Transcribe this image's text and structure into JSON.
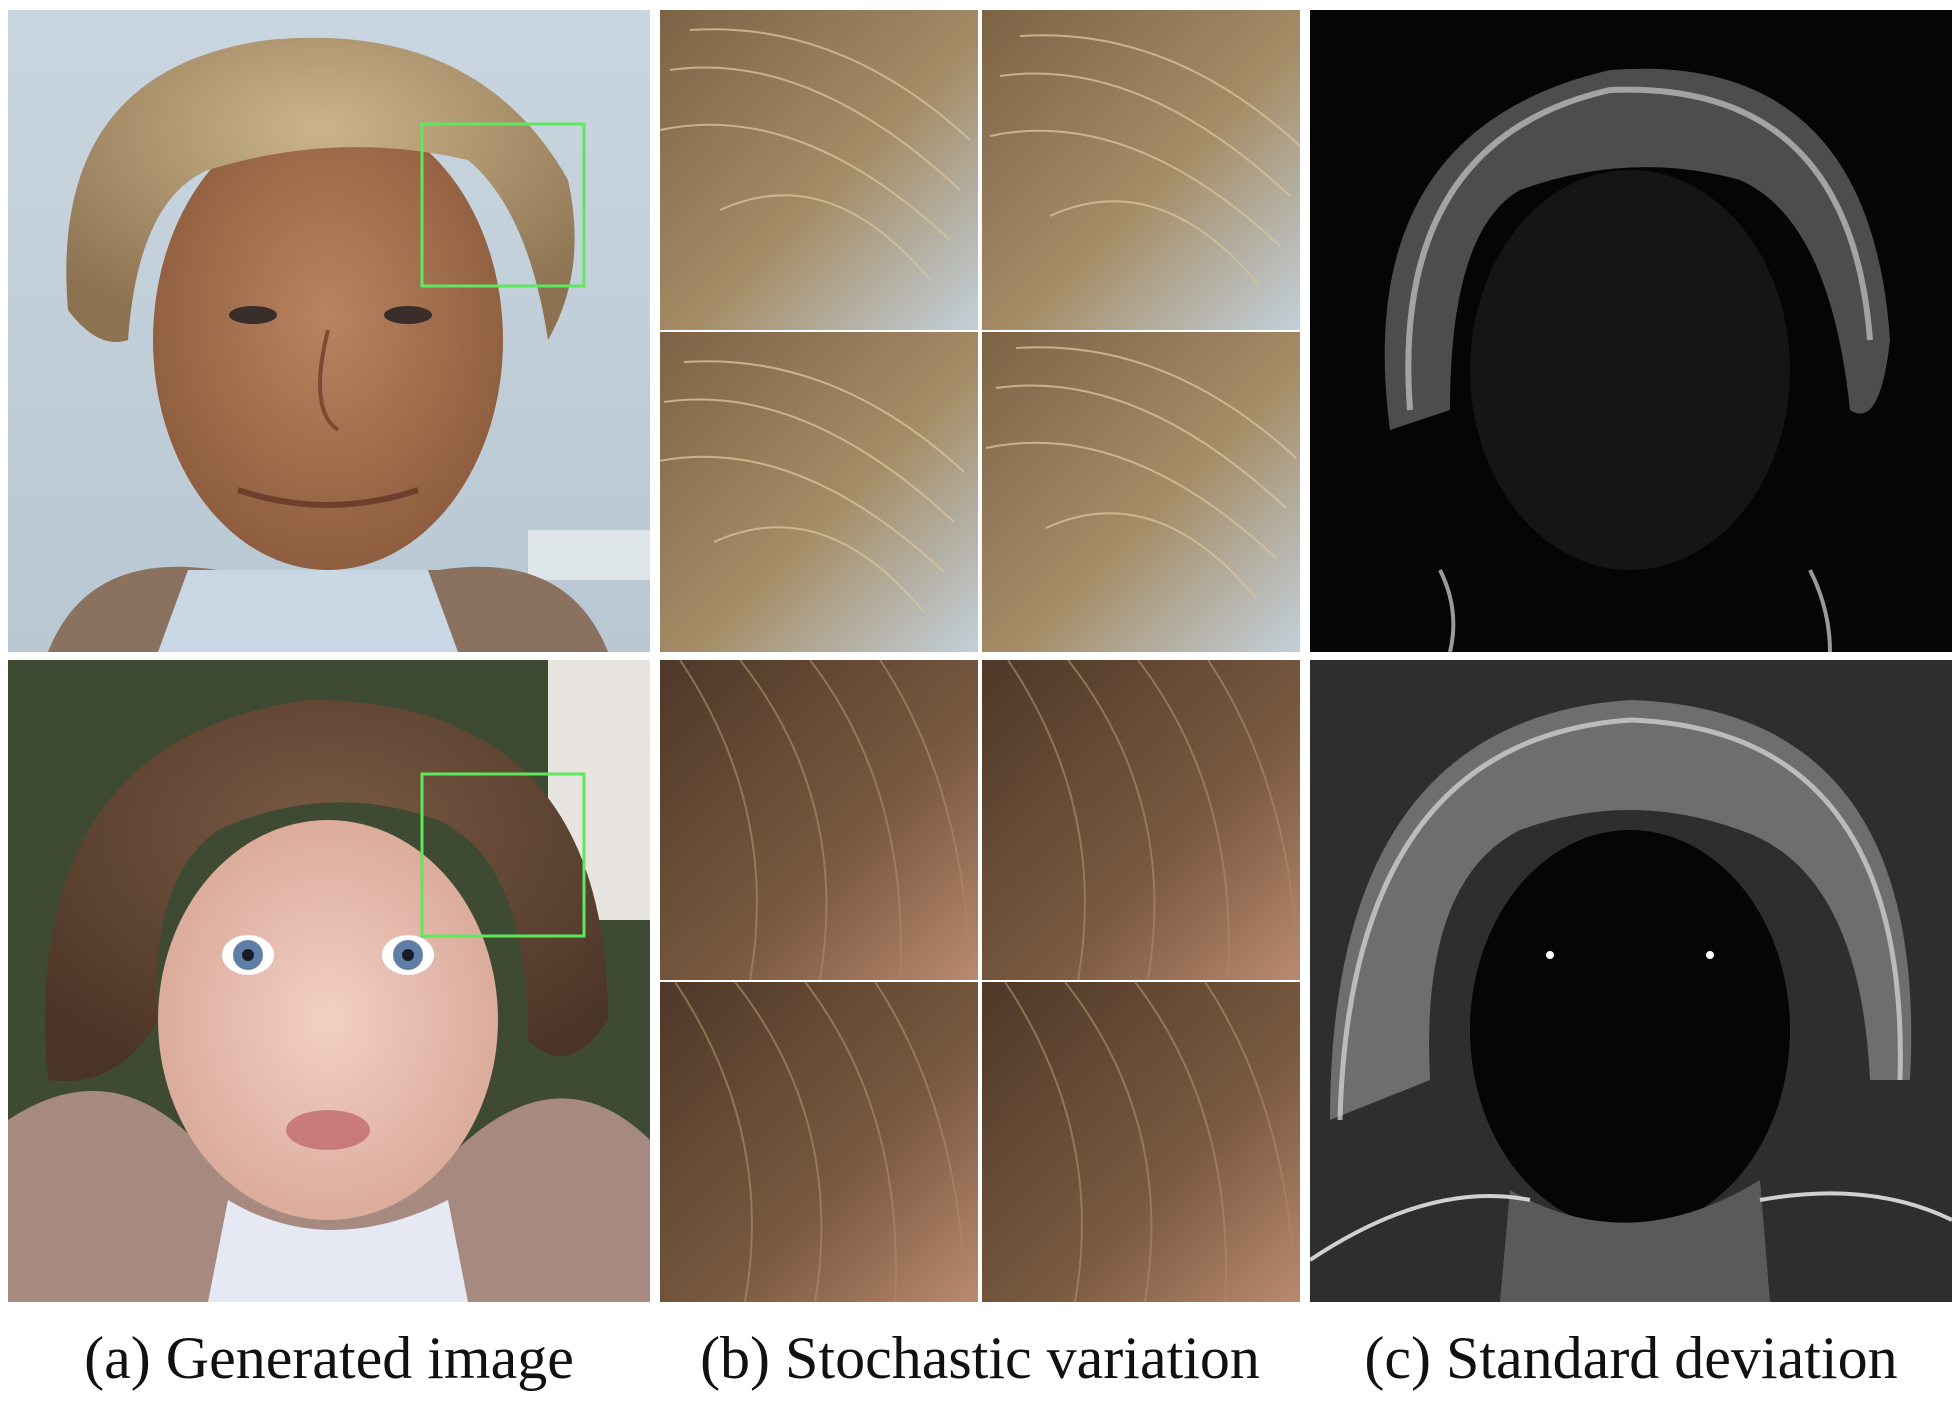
{
  "figure": {
    "captions": [
      "(a) Generated image",
      "(b) Stochastic variation",
      "(c) Standard deviation"
    ],
    "crop_box_color": "#5ee85e",
    "panels": {
      "generated": [
        "adult-face-photo",
        "child-face-photo"
      ],
      "variation": [
        "adult-hair-crop-variants",
        "child-hair-crop-variants"
      ],
      "stddev": [
        "adult-stddev-map",
        "child-stddev-map"
      ]
    }
  }
}
